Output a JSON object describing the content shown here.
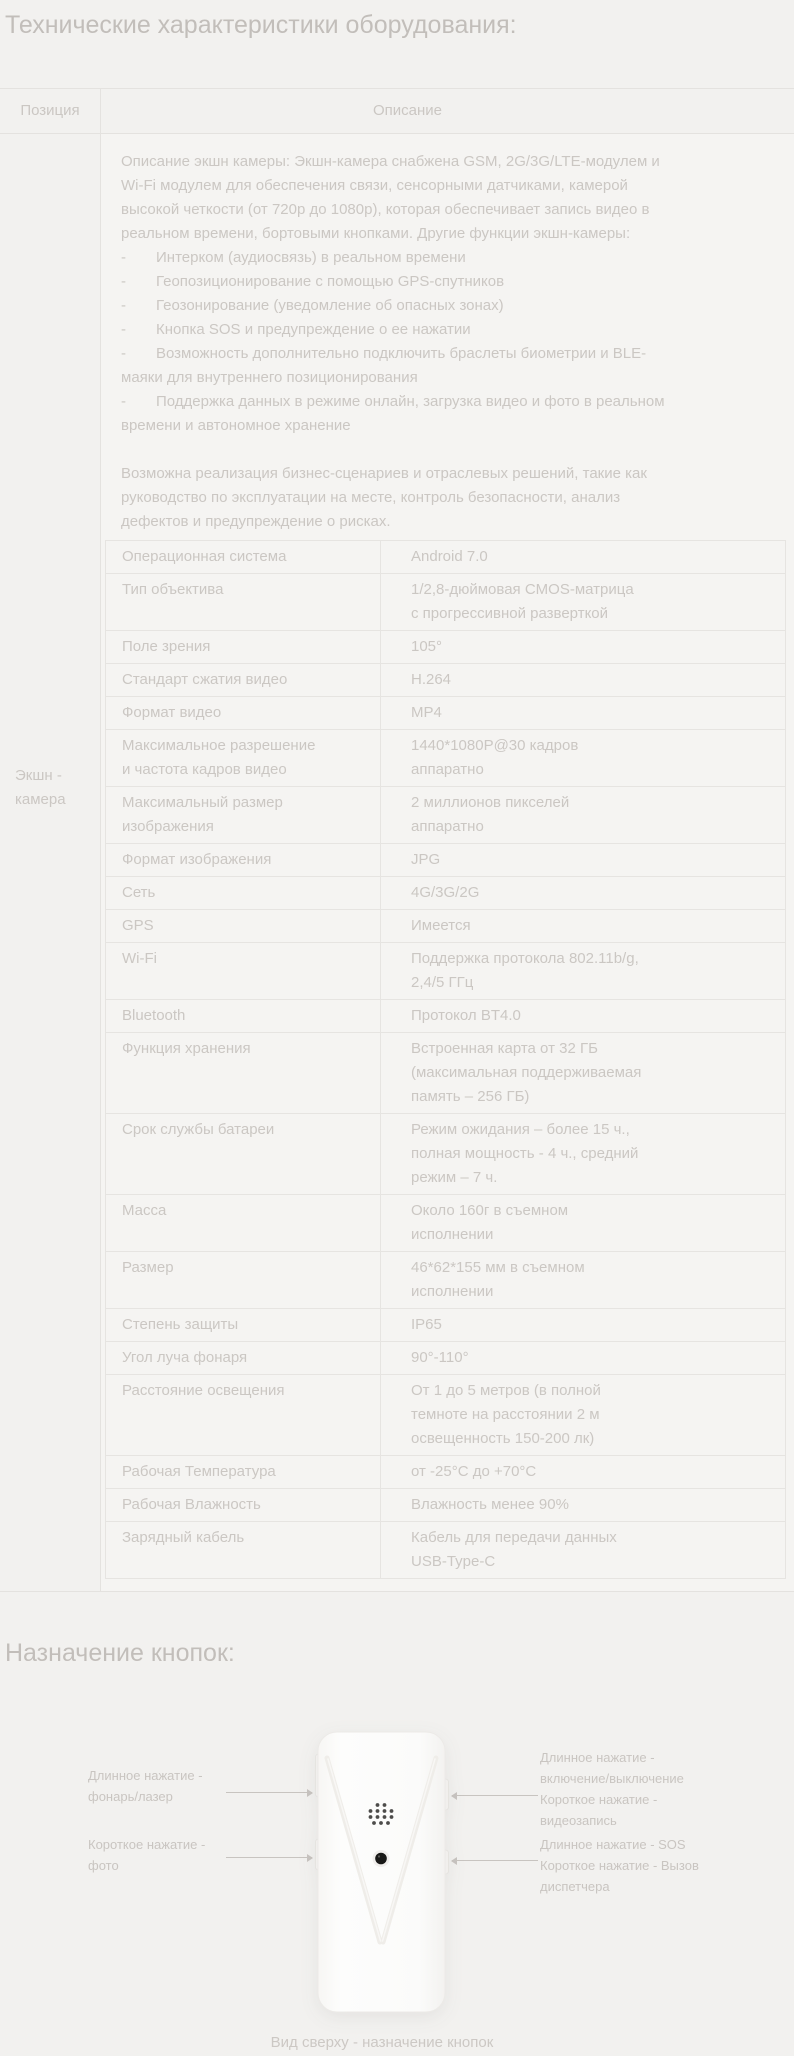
{
  "page": {
    "bg_color": "#f2f1ef",
    "text_color": "#cbc7c3",
    "title_color": "#c2beba",
    "border_color": "#e4e2df",
    "title": "Технические характеристики оборудования:",
    "buttons_section_title": "Назначение кнопок:",
    "diagram_caption": "Вид сверху - назначение кнопок"
  },
  "spec_table": {
    "headers": [
      "Позиция",
      "Описание"
    ],
    "position_label": "Экшн - камера",
    "description_intro": "Описание экшн камеры: Экшн-камера снабжена GSM, 2G/3G/LTE-модулем и Wi-Fi модулем для обеспечения связи, сенсорными датчиками, камерой высокой четкости (от 720p до 1080p), которая обеспечивает запись видео в реальном времени, бортовыми кнопками. Другие функции экшн-камеры:",
    "bullet_char": "-",
    "features": [
      "Интерком (аудиосвязь) в реальном времени",
      "Геопозиционирование с помощью GPS-спутников",
      "Геозонирование (уведомление об опасных зонах)",
      "Кнопка SOS и предупреждение о ее нажатии",
      "Возможность дополнительно подключить браслеты биометрии и BLE-маяки для внутреннего позиционирования",
      "Поддержка данных в режиме онлайн, загрузка видео и фото в реальном времени и автономное хранение"
    ],
    "description_outro": "Возможна реализация бизнес-сценариев и отраслевых решений, такие как руководство по эксплуатации на месте, контроль безопасности, анализ дефектов и предупреждение о рисках.",
    "specs": [
      {
        "name": "Операционная система",
        "value": "Android 7.0"
      },
      {
        "name": "Тип объектива",
        "value": "1/2,8-дюймовая CMOS-матрица с прогрессивной разверткой"
      },
      {
        "name": "Поле зрения",
        "value": "105°"
      },
      {
        "name": "Стандарт сжатия видео",
        "value": "H.264"
      },
      {
        "name": "Формат видео",
        "value": "MP4"
      },
      {
        "name": "Максимальное разрешение и частота кадров видео",
        "value": "1440*1080P@30 кадров аппаратно"
      },
      {
        "name": "Максимальный размер изображения",
        "value": "2 миллионов пикселей аппаратно"
      },
      {
        "name": "Формат изображения",
        "value": "JPG"
      },
      {
        "name": "Сеть",
        "value": "4G/3G/2G"
      },
      {
        "name": "GPS",
        "value": "Имеется"
      },
      {
        "name": "Wi-Fi",
        "value": "Поддержка протокола 802.11b/g, 2,4/5 ГГц"
      },
      {
        "name": "Bluetooth",
        "value": "Протокол BT4.0"
      },
      {
        "name": "Функция хранения",
        "value": "Встроенная карта от 32 ГБ (максимальная поддерживаемая память – 256 ГБ)"
      },
      {
        "name": "Срок службы батареи",
        "value": "Режим ожидания – более 15 ч., полная мощность - 4 ч., средний режим – 7 ч."
      },
      {
        "name": "Масса",
        "value": "Около 160г в съемном исполнении"
      },
      {
        "name": "Размер",
        "value": "46*62*155 мм в съемном исполнении"
      },
      {
        "name": "Степень защиты",
        "value": "IP65"
      },
      {
        "name": "Угол луча фонаря",
        "value": "90°-110°"
      },
      {
        "name": "Расстояние освещения",
        "value": "От 1 до 5 метров (в полной темноте на расстоянии 2 м освещенность 150-200 лк)"
      },
      {
        "name": "Рабочая Температура",
        "value": "от -25°C до +70°C"
      },
      {
        "name": "Рабочая Влажность",
        "value": "Влажность менее 90%"
      },
      {
        "name": "Зарядный кабель",
        "value": "Кабель для передачи данных USB-Type-C"
      }
    ]
  },
  "buttons_diagram": {
    "left_labels": [
      "Длинное нажатие -\nфонарь/лазер",
      "Короткое нажатие -\nфото"
    ],
    "right_labels": [
      "Длинное нажатие -\nвключение/выключение\nКороткое нажатие -\nвидеозапись",
      "Длинное нажатие - SOS\nКороткое нажатие - Вызов\nдиспетчера"
    ]
  }
}
